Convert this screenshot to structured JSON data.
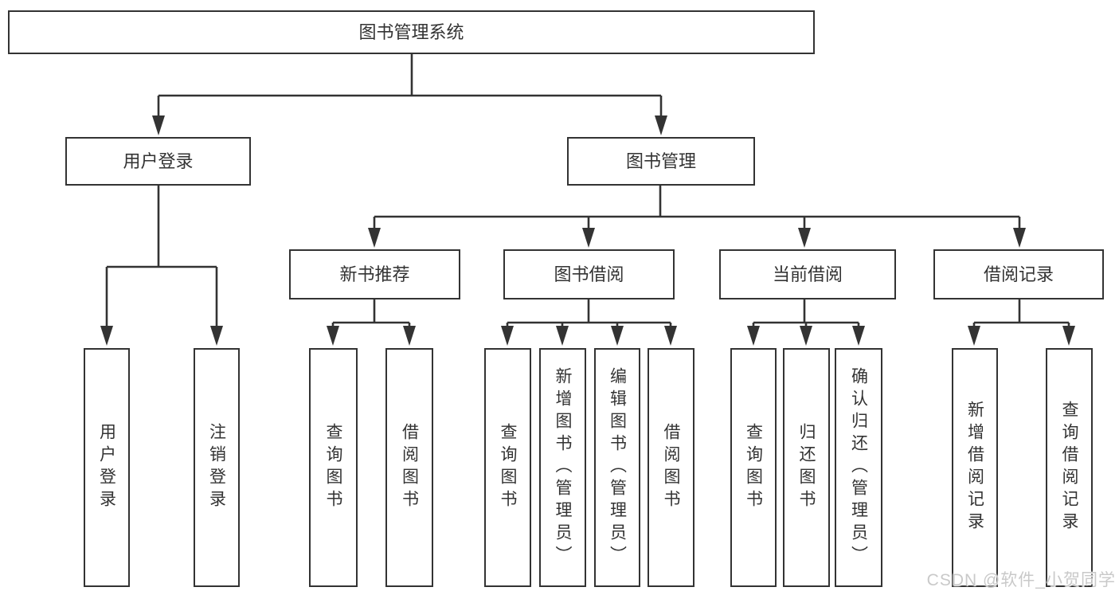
{
  "diagram": {
    "title_node": {
      "label": "图书管理系统"
    },
    "level1": [
      {
        "label": "用户登录"
      },
      {
        "label": "图书管理"
      }
    ],
    "level2": [
      {
        "label": "新书推荐"
      },
      {
        "label": "图书借阅"
      },
      {
        "label": "当前借阅"
      },
      {
        "label": "借阅记录"
      }
    ],
    "leaves": {
      "user_login": [
        "用户登录",
        "注销登录"
      ],
      "new_book_recommend": [
        "查询图书",
        "借阅图书"
      ],
      "book_borrow": [
        "查询图书",
        "新增图书（管理员）",
        "编辑图书（管理员）",
        "借阅图书"
      ],
      "current_borrow": [
        "查询图书",
        "归还图书",
        "确认归还（管理员）"
      ],
      "borrow_records": [
        "新增借阅记录",
        "查询借阅记录"
      ]
    }
  },
  "watermark": "CSDN @软件_小贺同学",
  "colors": {
    "line": "#333333",
    "text": "#333333",
    "background": "#ffffff",
    "watermark": "#c9c9c9"
  }
}
